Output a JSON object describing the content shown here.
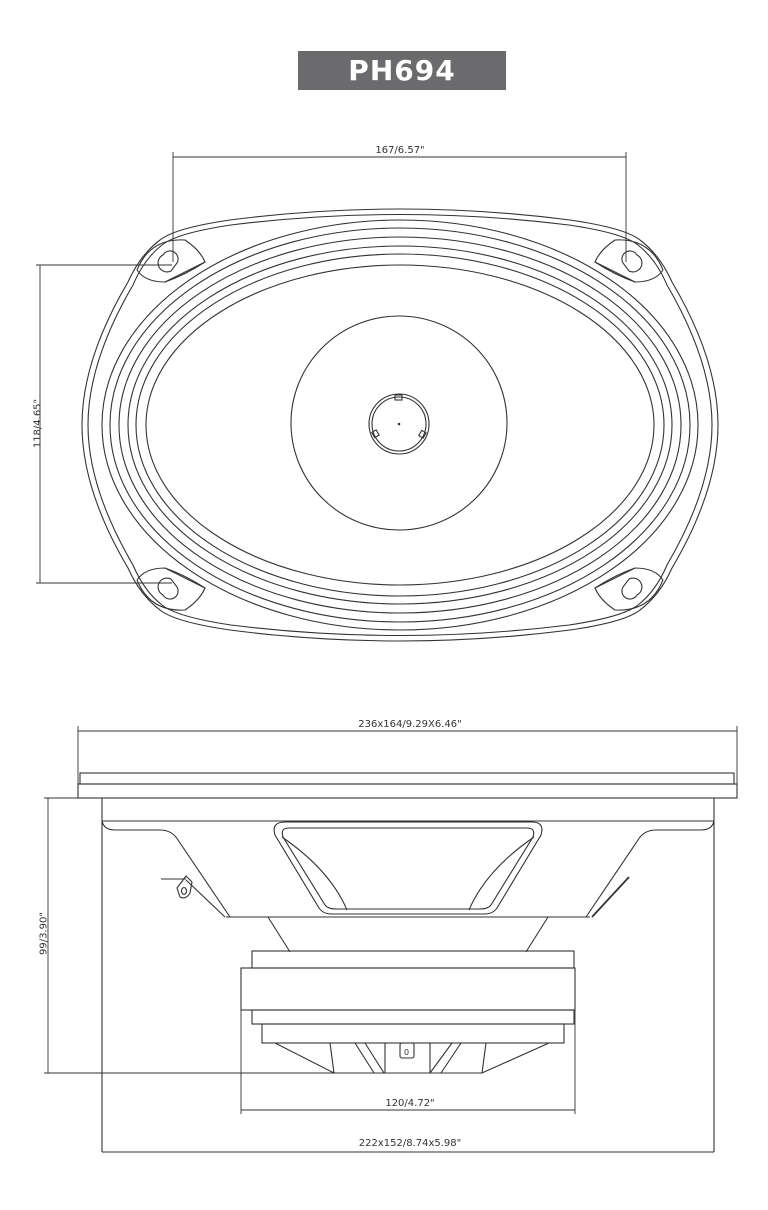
{
  "title": "PH694",
  "colors": {
    "badge_bg": "#6b6b6e",
    "badge_text": "#ffffff",
    "line": "#333333",
    "background": "#ffffff"
  },
  "front_view": {
    "mount_hole_spacing": "167/6.57\"",
    "mount_hole_vertical": "118/4.65\""
  },
  "side_view": {
    "overall_frame": "236x164/9.29X6.46\"",
    "mounting_depth": "99/3.90\"",
    "magnet_diameter": "120/4.72\"",
    "cutout_size": "222x152/8.74x5.98\"",
    "terminal_label": "0"
  }
}
